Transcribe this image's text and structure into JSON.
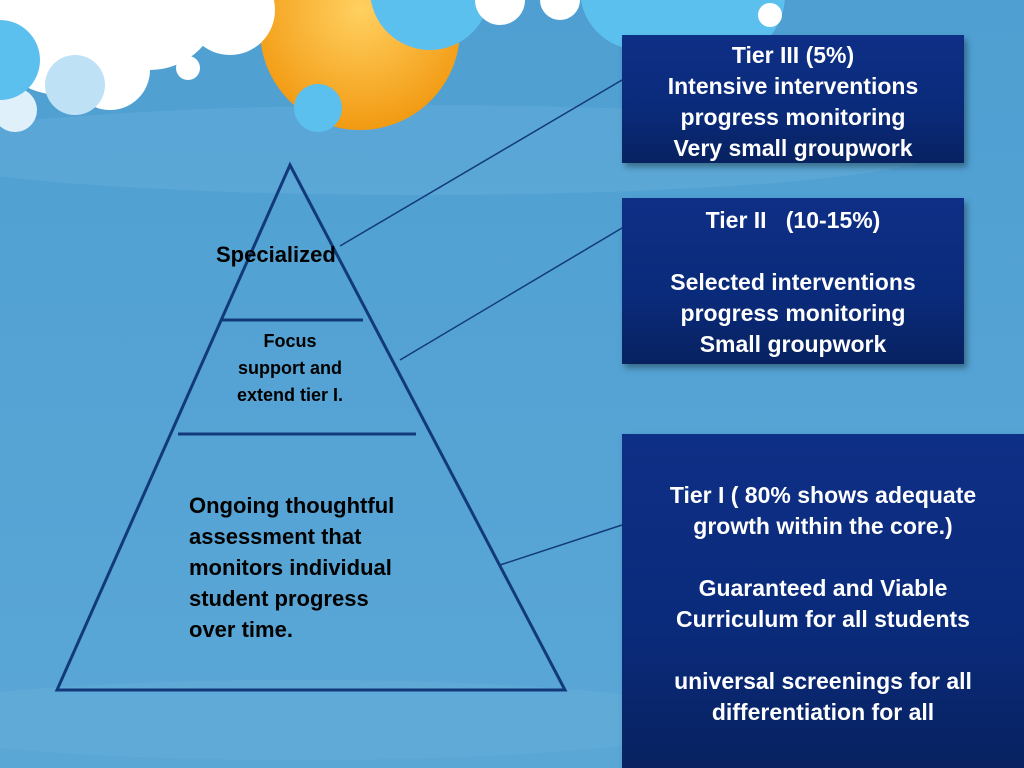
{
  "pyramid": {
    "top_label": "Specialized",
    "middle_label": [
      "Focus",
      "support and",
      "extend tier I."
    ],
    "bottom_label": [
      "Ongoing thoughtful",
      "assessment that",
      "monitors individual",
      "student progress",
      "over time."
    ]
  },
  "tiers": {
    "tier3": {
      "lines": [
        "Tier III (5%)",
        "Intensive interventions",
        "progress monitoring",
        "Very small groupwork"
      ]
    },
    "tier2": {
      "heading": "Tier II   (10-15%)",
      "lines": [
        "Selected interventions",
        "progress monitoring",
        "Small groupwork"
      ]
    },
    "tier1": {
      "heading": [
        "Tier I ( 80% shows adequate",
        "growth within the core.)"
      ],
      "curriculum": [
        "Guaranteed and Viable",
        "Curriculum for all students"
      ],
      "screening": [
        "universal screenings for all",
        "differentiation for all"
      ]
    }
  },
  "colors": {
    "background": "#5aa7d6",
    "box_fill": "#0a2a7a",
    "pyramid_stroke": "#123a7a",
    "sun": "#f5a623",
    "cloud": "#ffffff"
  }
}
